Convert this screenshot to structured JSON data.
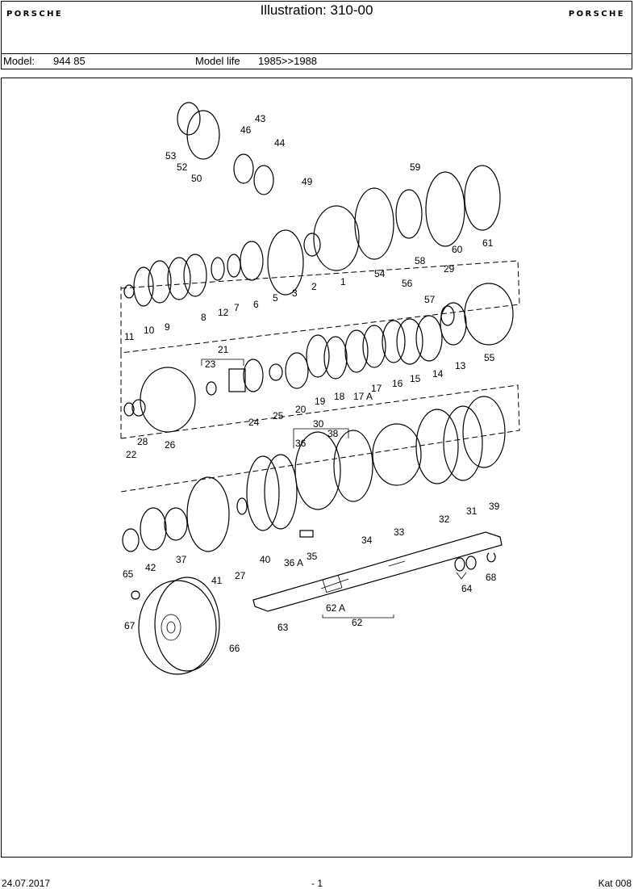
{
  "header": {
    "logo_left": "PORSCHE",
    "logo_right": "PORSCHE",
    "title": "Illustration: 310-00"
  },
  "model_bar": {
    "model_label": "Model:",
    "model_value": "944 85",
    "life_label": "Model life",
    "life_value": "1985>>1988"
  },
  "diagram": {
    "part_labels": [
      "53",
      "52",
      "50",
      "46",
      "43",
      "44",
      "49",
      "59",
      "61",
      "60",
      "58",
      "54",
      "1",
      "2",
      "3",
      "5",
      "6",
      "7",
      "12",
      "8",
      "9",
      "10",
      "11",
      "29",
      "57",
      "56",
      "55",
      "13",
      "14",
      "15",
      "16",
      "17",
      "17 A",
      "18",
      "19",
      "20",
      "21",
      "23",
      "24",
      "25",
      "26",
      "28",
      "22",
      "30",
      "36",
      "38",
      "39",
      "31",
      "32",
      "33",
      "34",
      "35",
      "36 A",
      "40",
      "27",
      "41",
      "37",
      "42",
      "65",
      "68",
      "64",
      "62 A",
      "62",
      "63",
      "67",
      "66"
    ]
  },
  "footer": {
    "date": "24.07.2017",
    "page": "- 1",
    "catalog": "Kat 008"
  }
}
